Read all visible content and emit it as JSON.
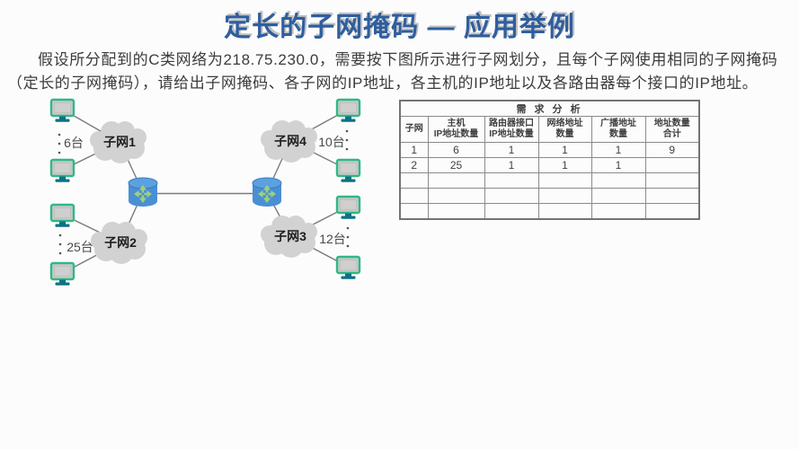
{
  "slide": {
    "title": "定长的子网掩码 — 应用举例",
    "intro_line1": "假设所分配到的C类网络为218.75.230.0，需要按下图所示进行子网划分，且每个子网使用相同的子网掩码",
    "intro_line2": "（定长的子网掩码），请给出子网掩码、各子网的IP地址，各主机的IP地址以及各路由器每个接口的IP地址。"
  },
  "diagram": {
    "subnet1": {
      "label": "子网1",
      "count": "6台"
    },
    "subnet2": {
      "label": "子网2",
      "count": "25台"
    },
    "subnet3": {
      "label": "子网3",
      "count": "12台"
    },
    "subnet4": {
      "label": "子网4",
      "count": "10台"
    },
    "icons": {
      "computer": "computer-icon",
      "router": "router-icon",
      "cloud": "cloud-icon"
    }
  },
  "table": {
    "title": "需 求 分 析",
    "headers": [
      [
        "子网",
        ""
      ],
      [
        "主机",
        "IP地址数量"
      ],
      [
        "路由器接口",
        "IP地址数量"
      ],
      [
        "网络地址",
        "数量"
      ],
      [
        "广播地址",
        "数量"
      ],
      [
        "地址数量",
        "合计"
      ]
    ],
    "rows": [
      [
        "1",
        "6",
        "1",
        "1",
        "1",
        "9"
      ],
      [
        "2",
        "25",
        "1",
        "1",
        "1",
        ""
      ],
      [
        "",
        "",
        "",
        "",
        "",
        ""
      ],
      [
        "",
        "",
        "",
        "",
        "",
        ""
      ],
      [
        "",
        "",
        "",
        "",
        "",
        ""
      ]
    ]
  },
  "colors": {
    "title_blue": "#2F5E9E",
    "text_dark": "#3C3C3C",
    "cloud_gray": "#D2D2D2",
    "router_blue": "#4A8FD3",
    "router_top_blue": "#5BA0DF",
    "router_arrow_green": "#9DD17C",
    "computer_frame_green": "#2FB984",
    "computer_screen_gray": "#C9C9C9",
    "computer_stand_teal": "#0E7186",
    "line_gray": "#7A7A7A",
    "table_border_gray": "#737373"
  }
}
